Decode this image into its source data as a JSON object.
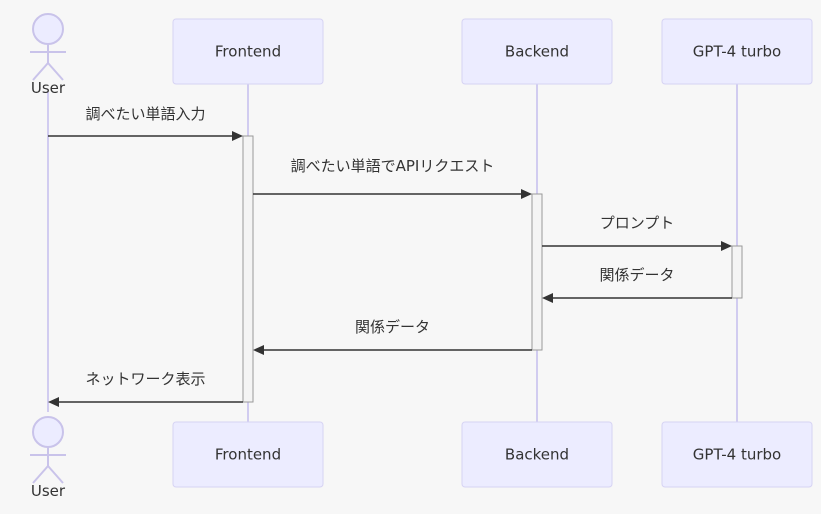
{
  "diagram": {
    "type": "sequence",
    "colors": {
      "background": "#f7f7f7",
      "participant_fill": "#ececff",
      "participant_border": "#d6d3f3",
      "lifeline": "#d1ccf0",
      "activation_fill": "#f4f4f4",
      "activation_border": "#9a9a9a",
      "message": "#333333"
    },
    "participants": [
      {
        "id": "user",
        "label": "User",
        "kind": "actor",
        "icon": "actor-stick-figure-icon"
      },
      {
        "id": "frontend",
        "label": "Frontend",
        "kind": "box"
      },
      {
        "id": "backend",
        "label": "Backend",
        "kind": "box"
      },
      {
        "id": "gpt",
        "label": "GPT-4 turbo",
        "kind": "box"
      }
    ],
    "messages": [
      {
        "from": "user",
        "to": "frontend",
        "label": "調べたい単語入力"
      },
      {
        "from": "frontend",
        "to": "backend",
        "label": "調べたい単語でAPIリクエスト"
      },
      {
        "from": "backend",
        "to": "gpt",
        "label": "プロンプト"
      },
      {
        "from": "gpt",
        "to": "backend",
        "label": "関係データ"
      },
      {
        "from": "backend",
        "to": "frontend",
        "label": "関係データ"
      },
      {
        "from": "frontend",
        "to": "user",
        "label": "ネットワーク表示"
      }
    ],
    "activations": [
      {
        "participant": "frontend",
        "from_message": 1,
        "to_message": 6
      },
      {
        "participant": "backend",
        "from_message": 2,
        "to_message": 5
      },
      {
        "participant": "gpt",
        "from_message": 3,
        "to_message": 4
      }
    ]
  }
}
